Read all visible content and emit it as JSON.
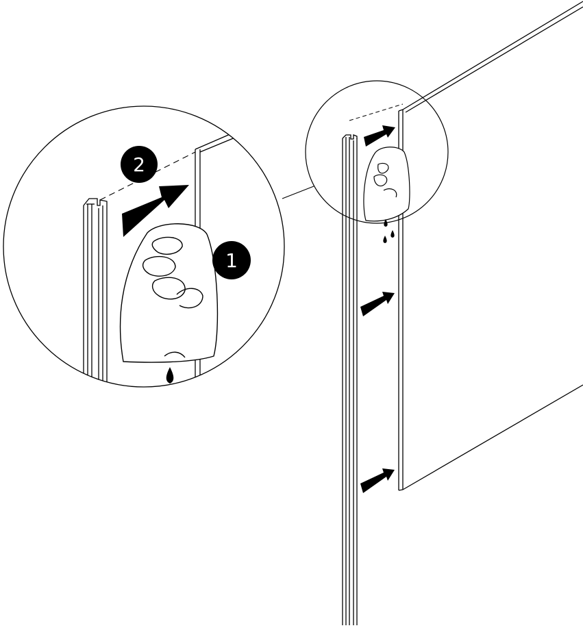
{
  "steps": [
    {
      "number": "2"
    },
    {
      "number": "1"
    }
  ],
  "colors": {
    "line": "#000000",
    "background": "#ffffff",
    "badge_fill": "#000000",
    "badge_text": "#ffffff"
  },
  "icons": [
    "hand-with-cloth-icon",
    "water-drop-icon",
    "push-arrow-icon",
    "magnifier-circle"
  ]
}
